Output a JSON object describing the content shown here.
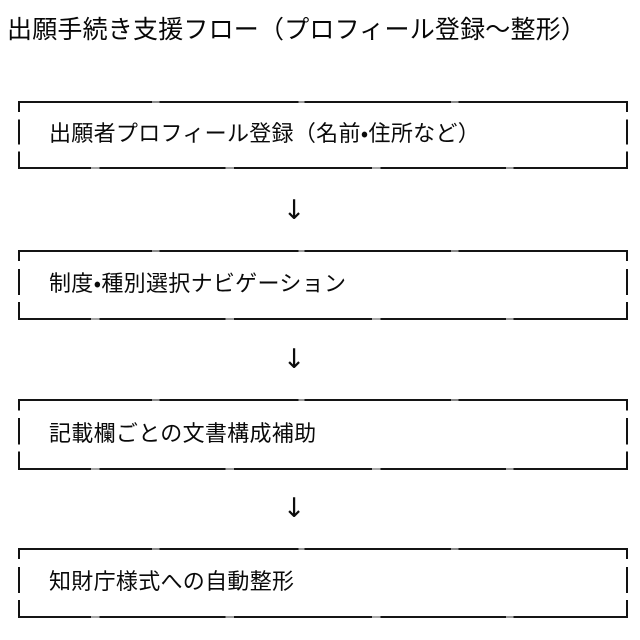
{
  "document": {
    "title": "出願手続き支援フロー（プロフィール登録～整形）",
    "background_color": "#ffffff",
    "ink_color": "#0a0a0a"
  },
  "flow": {
    "arrow_glyph": "↓",
    "steps": [
      {
        "id": "step-1",
        "label": "出願者プロフィール登録（名前・住所など）"
      },
      {
        "id": "step-2",
        "label": "制度・種別選択ナビゲーション"
      },
      {
        "id": "step-3",
        "label": "記載欄ごとの文書構成補助"
      },
      {
        "id": "step-4",
        "label": "知財庁様式への自動整形"
      }
    ],
    "connectors": [
      {
        "id": "connector-1",
        "glyph": "↓"
      },
      {
        "id": "connector-2",
        "glyph": "↓"
      },
      {
        "id": "connector-3",
        "glyph": "↓"
      }
    ]
  }
}
